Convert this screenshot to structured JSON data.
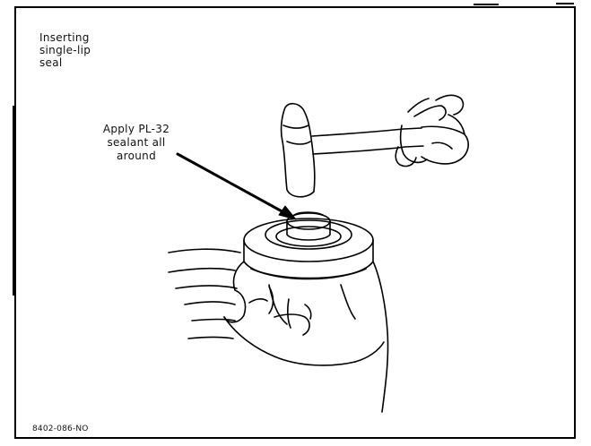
{
  "figure": {
    "title": "Inserting\nsingle-lip\nseal",
    "callout": "Apply PL-32\nsealant all\naround",
    "code": "8402-086-NO"
  },
  "colors": {
    "line": "#000000",
    "background": "#ffffff"
  },
  "icons": {
    "hammer": "hammer-icon",
    "hand": "hand-icon",
    "seal": "seal-icon",
    "arrow": "arrow-icon"
  }
}
